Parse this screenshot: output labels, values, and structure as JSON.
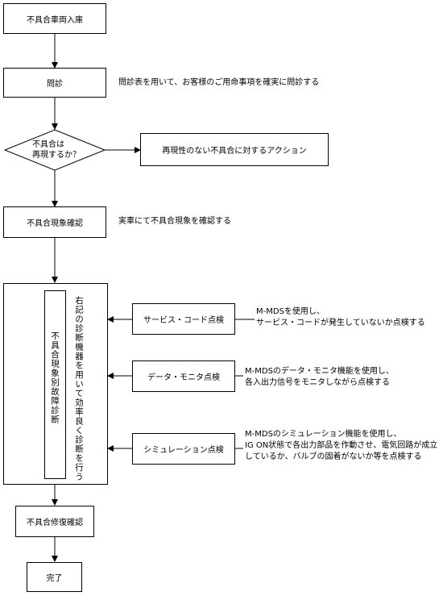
{
  "steps": {
    "start": "不具合車両入庫",
    "interview": "問診",
    "interview_note": "問診表を用いて、お客様のご用命事項を確実に問診する",
    "decision_line1": "不具合は",
    "decision_line2": "再現するか？",
    "no_repro_action": "再現性のない不具合に対するアクション",
    "confirm": "不具合現象確認",
    "confirm_note": "実車にて不具合現象を確認する",
    "diagnosis_vertical": "不具合現象別故障診断",
    "diagnosis_side": "右記の診断機器を用いて効率良く診断を行う",
    "repair_confirm": "不具合修復確認",
    "complete": "完了"
  },
  "checks": [
    {
      "label": "サービス・コード点検",
      "note_lines": [
        "M-MDSを使用し、",
        "サービス・コードが発生していないか点検する"
      ]
    },
    {
      "label": "データ・モニタ点検",
      "note_lines": [
        "M-MDSのデータ・モニタ機能を使用し、",
        "各入出力信号をモニタしながら点検する"
      ]
    },
    {
      "label": "シミュレーション点検",
      "note_lines": [
        "M-MDSのシミュレーション機能を使用し、",
        "IG ON状態で各出力部品を作動させ、電気回路が成立",
        "しているか、バルブの固着がないか等を点検する"
      ]
    }
  ]
}
